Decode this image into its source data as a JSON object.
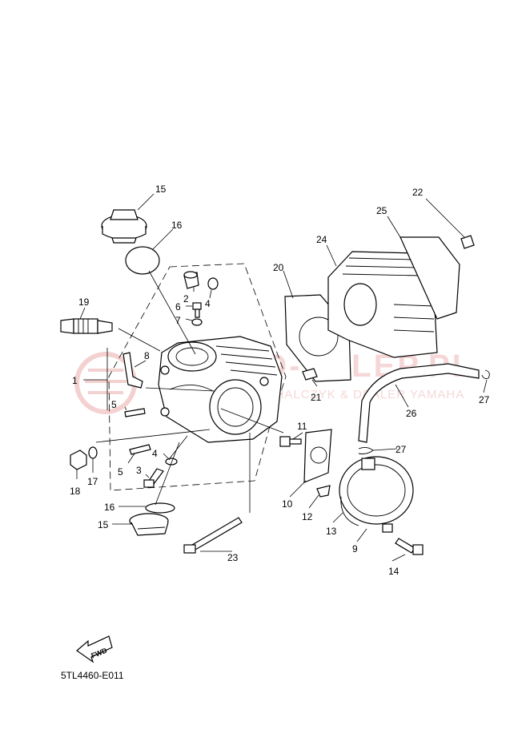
{
  "diagram_code": "5TL4460-E011",
  "fwd_label": "FWD",
  "watermark": {
    "brand": "MOTO-SKLEP.PL",
    "line": "MOTOCYKLE MICHALCZYK & DEALER YAMAHA"
  },
  "callouts": {
    "c1": "1",
    "c2": "2",
    "c3": "3",
    "c4a": "4",
    "c4b": "4",
    "c5a": "5",
    "c5b": "5",
    "c6": "6",
    "c7": "7",
    "c8": "8",
    "c9": "9",
    "c10": "10",
    "c11": "11",
    "c12": "12",
    "c13": "13",
    "c14": "14",
    "c15a": "15",
    "c15b": "15",
    "c16a": "16",
    "c16b": "16",
    "c17": "17",
    "c18": "18",
    "c19": "19",
    "c20": "20",
    "c21": "21",
    "c22": "22",
    "c23": "23",
    "c24": "24",
    "c25": "25",
    "c26": "26",
    "c27a": "27",
    "c27b": "27"
  },
  "colors": {
    "line": "#000000",
    "watermark": "#e89a9a"
  }
}
